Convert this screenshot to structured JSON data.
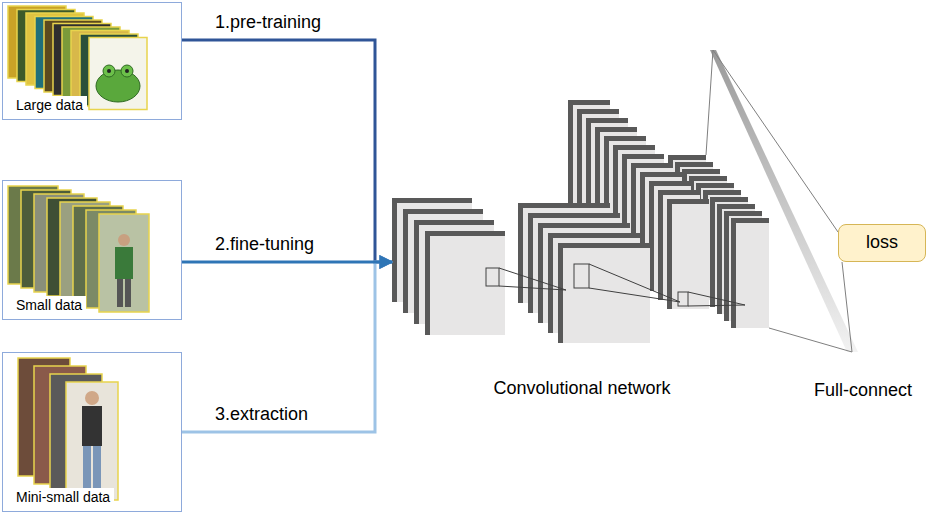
{
  "diagram": {
    "nodes": [
      {
        "text": [
          "Large data"
        ]
      },
      {
        "text": [
          "Small data"
        ]
      },
      {
        "text": [
          "Mini-small data"
        ]
      },
      {
        "text": [
          "Convolutional network"
        ]
      },
      {
        "text": [
          "loss"
        ]
      }
    ],
    "edges": [
      {
        "from": 0,
        "to": 3,
        "label": "1.pre-training",
        "arrow": "to"
      },
      {
        "from": 1,
        "to": 3,
        "label": "2.fine-tuning",
        "arrow": "to"
      },
      {
        "from": 2,
        "to": 3,
        "label": "3.extraction",
        "arrow": "to"
      }
    ],
    "labels": [
      "Full-connect"
    ]
  }
}
